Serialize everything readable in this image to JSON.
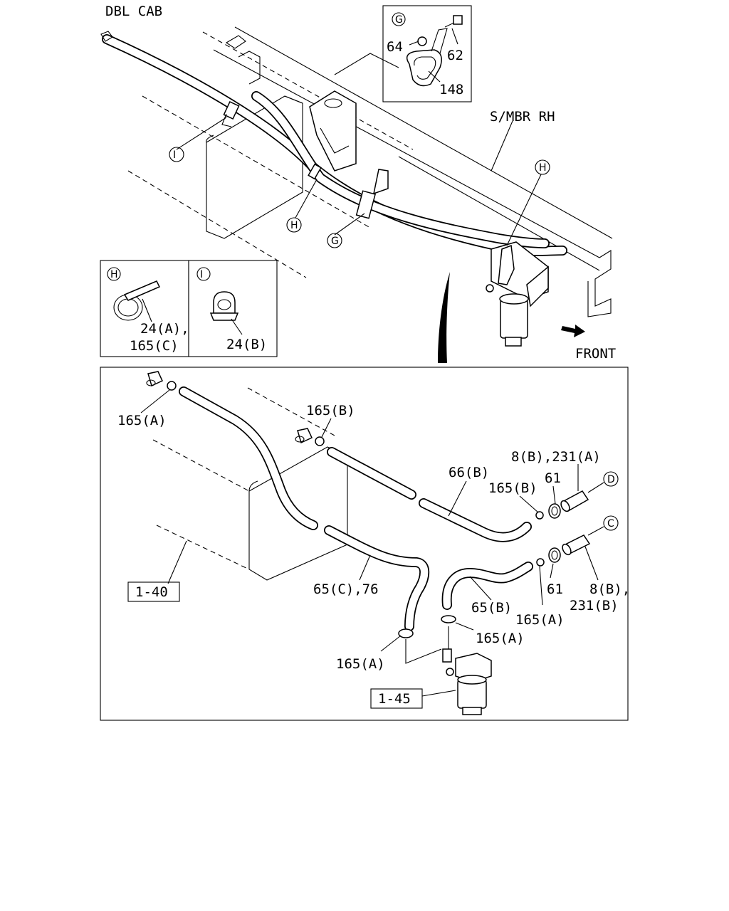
{
  "top_view": {
    "title": "DBL CAB",
    "frame_label": "S/MBR RH",
    "front_label": "FRONT",
    "callouts": {
      "i": "I",
      "h1": "H",
      "h2": "H",
      "g": "G"
    }
  },
  "detail_g": {
    "marker": "G",
    "parts": [
      "64",
      "62",
      "148"
    ]
  },
  "detail_h": {
    "marker": "H",
    "parts": [
      "24(A),",
      "165(C)"
    ]
  },
  "detail_i": {
    "marker": "I",
    "parts": [
      "24(B)"
    ]
  },
  "exploded_view": {
    "labels": {
      "clamp_tank_a": "165(A)",
      "clamp_tank_b": "165(B)",
      "hose_66b": "66(B)",
      "clamp_165b_right": "165(B)",
      "pipe_d_top": "8(B),231(A)",
      "clamp_61_top": "61",
      "hose_65c": "65(C),76",
      "hose_65b": "65(B)",
      "clamp_61_bottom": "61",
      "clamp_165a_mid": "165(A)",
      "pipe_c_bottom_1": "8(B),",
      "pipe_c_bottom_2": "231(B)",
      "clamp_filter_right": "165(A)",
      "clamp_filter_left": "165(A)"
    },
    "ref_boxes": {
      "tank": "1-40",
      "filter": "1-45"
    },
    "connectors": {
      "d": "D",
      "c": "C"
    }
  }
}
